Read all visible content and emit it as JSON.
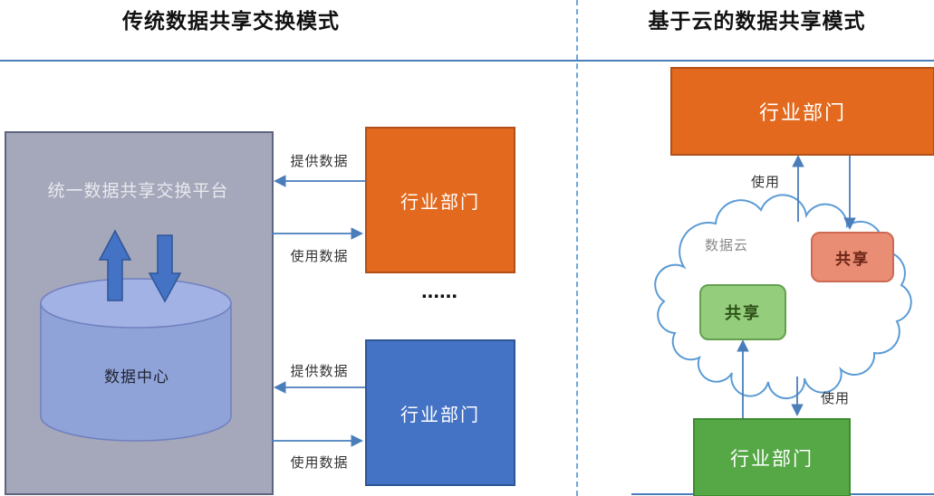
{
  "titles": {
    "left": "传统数据共享交换模式",
    "right": "基于云的数据共享模式"
  },
  "left_panel": {
    "platform_label": "统一数据共享交换平台",
    "data_center_label": "数据中心",
    "dept_top": "行业部门",
    "dept_bottom": "行业部门",
    "ellipsis": "......",
    "arrow_labels": {
      "provide_top": "提供数据",
      "use_top": "使用数据",
      "provide_bottom": "提供数据",
      "use_bottom": "使用数据"
    }
  },
  "right_panel": {
    "dept_top": "行业部门",
    "dept_bottom": "行业部门",
    "cloud_label": "数据云",
    "share_upper": "共享",
    "share_lower": "共享",
    "arrow_labels": {
      "use_top": "使用",
      "use_bottom": "使用"
    }
  },
  "colors": {
    "orange": "#e2691e",
    "blue": "#4472c4",
    "green": "#55a845",
    "light_green": "#94ce7c",
    "salmon": "#e98d75",
    "platform_gray": "#a5a8ba",
    "cylinder_blue": "#8fa3d8",
    "line_blue": "#4a7ebb",
    "divider_blue": "#6fa8dc"
  }
}
